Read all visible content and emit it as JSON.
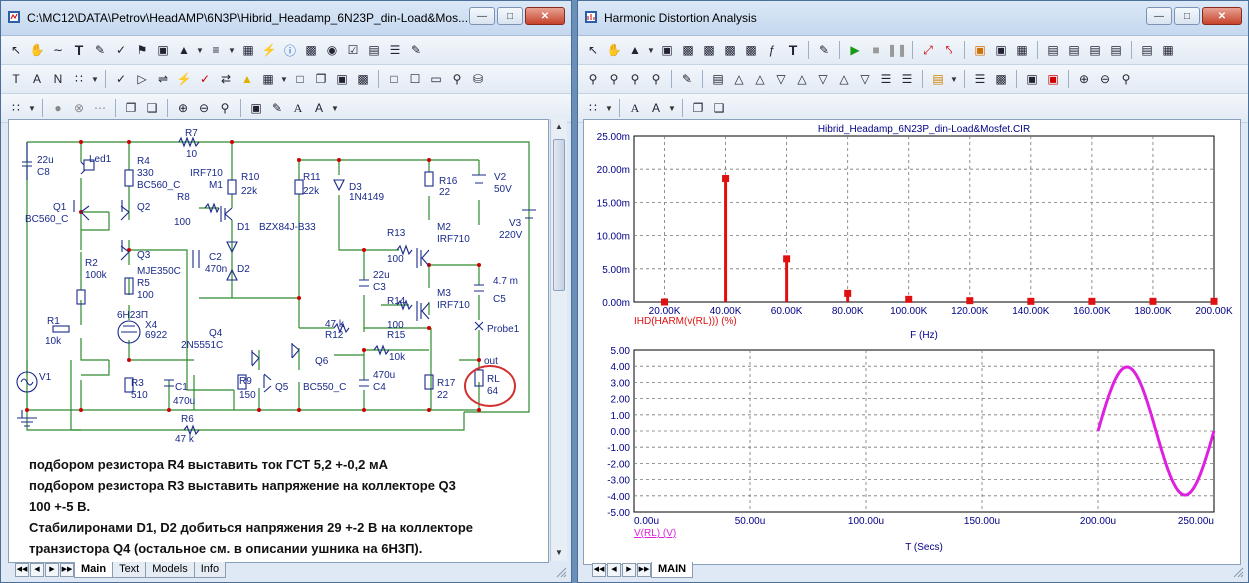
{
  "left_window": {
    "title": "C:\\MC12\\DATA\\Petrov\\HeadAMP\\6N3P\\Hibrid_Headamp_6N23P_din-Load&Mos...",
    "tabs": [
      {
        "label": "Main",
        "active": true
      },
      {
        "label": "Text",
        "active": false
      },
      {
        "label": "Models",
        "active": false
      },
      {
        "label": "Info",
        "active": false
      }
    ],
    "notes": [
      "подбором резистора R4 выставить ток ГСТ 5,2 +-0,2 мА",
      "подбором резистора R3 выставить напряжение на коллекторе Q3",
      "100 +-5 В.",
      "Стабилиронами D1, D2 добиться напряжения 29 +-2 В на коллекторе",
      "транзистора Q4 (остальное см. в описании ушника на 6Н3П)."
    ],
    "schematic": {
      "labels": {
        "c8": "22u",
        "c8n": "C8",
        "led": "Led1",
        "r4": "R4",
        "r4v": "330",
        "bc560c": "BC560_C",
        "r7": "R7",
        "r7v": "10",
        "irf710": "IRF710",
        "m1": "M1",
        "r10": "R10",
        "r10v": "22k",
        "r11": "R11",
        "r11v": "22k",
        "d3": "D3",
        "d3v": "1N4149",
        "r16": "R16",
        "r16v": "22",
        "v2": "V2",
        "v2v": "50V",
        "v3": "V3",
        "v3v": "220V",
        "q1": "Q1",
        "q1v": "BC560_C",
        "q2": "Q2",
        "r8": "R8",
        "r8v": "100",
        "d1": "D1",
        "bzx": "BZX84J-B33",
        "m2": "M2",
        "m2v": "IRF710",
        "r13": "R13",
        "r13v": "100",
        "q3": "Q3",
        "c2": "C2",
        "c2v": "470n",
        "d2": "D2",
        "mje": "MJE350C",
        "r2": "R2",
        "r2v": "100k",
        "r5": "R5",
        "r5v": "100",
        "c3v": "22u",
        "c3": "C3",
        "c5v": "4.7 m",
        "c5": "C5",
        "r14": "R14",
        "m3": "M3",
        "m3v": "IRF710",
        "x4": "6Н23П",
        "x4n": "X4",
        "x4v": "6922",
        "r1": "R1",
        "r1v": "10k",
        "r12v": "47 k",
        "r12": "R12",
        "r14v": "100",
        "r15": "R15",
        "probe": "Probe1",
        "q4": "Q4",
        "q4v": "2N5551C",
        "r15v": "10k",
        "q6": "Q6",
        "out": "out",
        "v1": "V1",
        "r3": "R3",
        "r3v": "510",
        "c1": "C1",
        "c1v": "470u",
        "r9": "R9",
        "r9v": "150",
        "q5": "Q5",
        "bc550": "BC550_C",
        "c4v": "470u",
        "c4": "C4",
        "r17": "R17",
        "r17v": "22",
        "rl": "RL",
        "rlv": "64",
        "r6": "R6",
        "r6v": "47 k"
      }
    }
  },
  "right_window": {
    "title": "Harmonic Distortion Analysis",
    "tabs": [
      {
        "label": "MAIN",
        "active": true
      }
    ],
    "plot_title": "Hibrid_Headamp_6N23P_din-Load&Mosfet.CIR"
  },
  "colors": {
    "wire": "#2e8b2e",
    "component": "#1a2a8a",
    "node": "#d00000",
    "bar": "#e01010",
    "sine": "#e020e0",
    "axis_text": "#000088",
    "highlight": "#d03030"
  },
  "chart_data": [
    {
      "type": "bar",
      "title": "Hibrid_Headamp_6N23P_din-Load&Mosfet.CIR",
      "xlabel": "F (Hz)",
      "ylabel": "",
      "series_label": "IHD(HARM(v(RL))) (%)",
      "x": [
        20000,
        40000,
        60000,
        80000,
        100000,
        120000,
        140000,
        160000,
        180000,
        200000
      ],
      "x_tick_labels": [
        "20.00K",
        "40.00K",
        "60.00K",
        "80.00K",
        "100.00K",
        "120.00K",
        "140.00K",
        "160.00K",
        "180.00K",
        "200.00K"
      ],
      "values": [
        0.0,
        0.0186,
        0.0065,
        0.0013,
        0.0004,
        0.0002,
        0.0001,
        0.0001,
        0.0001,
        0.0001
      ],
      "xlim": [
        10000,
        200000
      ],
      "ylim": [
        0,
        0.025
      ],
      "y_tick_labels": [
        "0.00m",
        "5.00m",
        "10.00m",
        "15.00m",
        "20.00m",
        "25.00m"
      ],
      "grid": true
    },
    {
      "type": "line",
      "xlabel": "T (Secs)",
      "series_label": "V(RL) (V)",
      "xlim": [
        0,
        0.00025
      ],
      "ylim": [
        -5,
        5
      ],
      "x_tick_labels": [
        "0.00u",
        "50.00u",
        "100.00u",
        "150.00u",
        "200.00u",
        "250.00u"
      ],
      "y_tick_labels": [
        "5.00",
        "4.00",
        "3.00",
        "2.00",
        "1.00",
        "0.00",
        "-1.00",
        "-2.00",
        "-3.00",
        "-4.00",
        "-5.00"
      ],
      "series": [
        {
          "t_start": 0.0002,
          "t_end": 0.00025,
          "amplitude": 3.95,
          "period": 5e-05,
          "offset": 0
        }
      ],
      "grid": true
    }
  ]
}
